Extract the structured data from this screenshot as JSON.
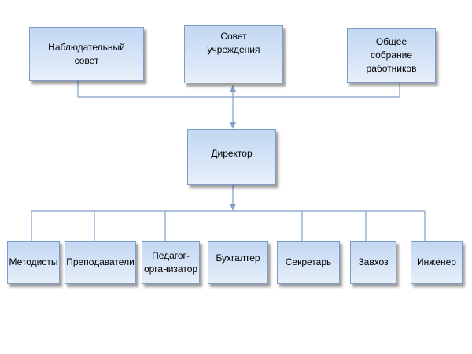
{
  "nodes": {
    "supervisory_board": "Наблюдательный\nсовет",
    "institution_council": "Совет\nучреждения",
    "general_meeting": "Общее\nсобрание\nработников",
    "director": "Директор",
    "methodists": "Методисты",
    "teachers": "Преподаватели",
    "pedagogue_organizer": "Педагог-\nорганизатор",
    "accountant": "Бухгалтер",
    "secretary": "Секретарь",
    "supply_manager": "Завхоз",
    "engineer": "Инженер"
  },
  "colors": {
    "box_fill_top": "#c2d7f2",
    "box_fill_bottom": "#e7eff9",
    "box_border": "#7f9cc6",
    "connector": "#7fa0c8"
  }
}
